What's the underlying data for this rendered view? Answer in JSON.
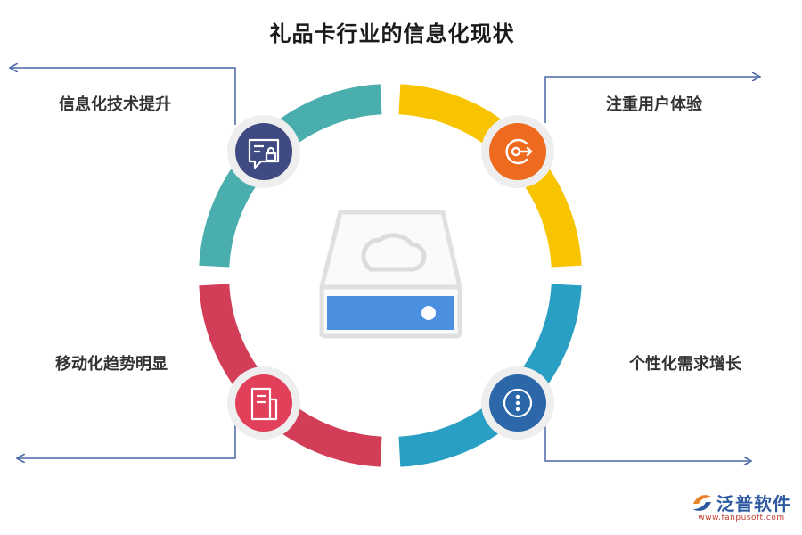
{
  "title": "礼品卡行业的信息化现状",
  "items": [
    {
      "label": "信息化技术提升",
      "icon": "message-lock-icon",
      "color": "#4aadae",
      "badge": "#3f4a82"
    },
    {
      "label": "注重用户体验",
      "icon": "circle-key-icon",
      "color": "#f8c400",
      "badge": "#ee6a1f"
    },
    {
      "label": "移动化趋势明显",
      "icon": "document-icon",
      "color": "#d23e57",
      "badge": "#e23f5a"
    },
    {
      "label": "个性化需求增长",
      "icon": "more-vertical-icon",
      "color": "#2a9fc4",
      "badge": "#2b67a9"
    }
  ],
  "center": {
    "icon": "cloud-storage-drive-icon",
    "accent": "#4a8fe0"
  },
  "arrow_color": "#4a67a6",
  "logo": {
    "text": "泛普软件",
    "url": "www.fanpusoft.com"
  }
}
